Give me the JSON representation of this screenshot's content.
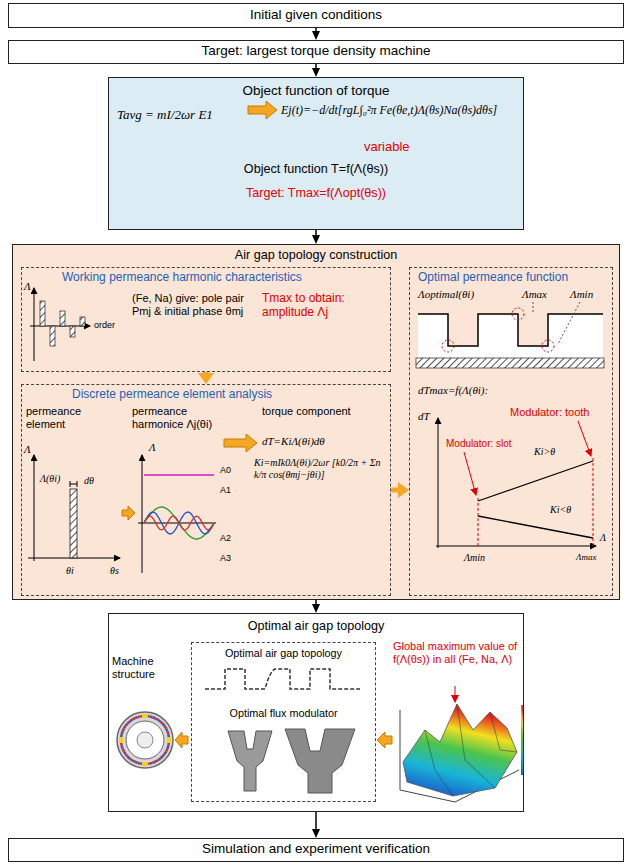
{
  "diagram": {
    "nodes": [
      {
        "text": [
          "Initial given conditions"
        ]
      },
      {
        "text": [
          "Target: largest torque density machine"
        ]
      },
      {
        "text": [
          "Object function of torque",
          "Tavg = mI/2ωr E1",
          "Ej(t)=−d/dt[rgL∫₀²π Fe(θe,t)Λ(θs)Na(θs)dθs]",
          "variable",
          "Object function T=f(Λ(θs))",
          "Target: Tmax=f(Λopt(θs))"
        ]
      },
      {
        "text": [
          "Air gap topology construction"
        ]
      },
      {
        "text": [
          "Working permeance harmonic characteristics",
          "Λ",
          "order",
          "(Fe, Na) give: pole pair Pmj & initial phase θmj",
          "Tmax to obtain: amplitude Λj"
        ],
        "in": 3
      },
      {
        "text": [
          "Discrete permeance element analysis",
          "permeance element",
          "permeance harmonice Λj(θi)",
          "torque component",
          "Λ",
          "Λ(θi)",
          "dθ",
          "θi",
          "θs",
          "Λ",
          "A0",
          "A1",
          "A2",
          "A3",
          "dT=KiΛ(θi)dθ",
          "Ki=mIk0Λ(θi)/2ωr [k0/2π + Σn k/π cos(θmj−jθi)]"
        ],
        "in": 3
      },
      {
        "text": [
          "Optimal permeance function",
          "Λoptimal(θi)",
          "Λmax",
          "Λmin",
          "dTmax=f(Λ(θi):",
          "dT",
          "Modulator: tooth",
          "Ki>θ",
          "Modulator: slot",
          "Ki<θ",
          "Λmin",
          "Λmax",
          "Λ"
        ],
        "in": 3
      },
      {
        "text": [
          "Optimal air gap topology"
        ]
      },
      {
        "text": [
          "Optimal air gap topology",
          "Optimal flux modulator"
        ],
        "in": 7
      },
      {
        "text": [
          "Simulation and experiment verification"
        ]
      }
    ],
    "edges": [
      {
        "from": 0,
        "to": 1,
        "arrow": "to"
      },
      {
        "from": 1,
        "to": 2,
        "arrow": "to"
      },
      {
        "from": 2,
        "to": 3,
        "arrow": "to"
      },
      {
        "from": 3,
        "to": 7,
        "arrow": "to"
      },
      {
        "from": 7,
        "to": 9,
        "arrow": "to"
      },
      {
        "from": 4,
        "to": 5,
        "arrow": "to"
      },
      {
        "from": 5,
        "to": 6,
        "arrow": "to"
      }
    ],
    "labels": [
      "Machine structure",
      "Global maximum value of f(Λ(θs)) in all (Fe, Na, Λ)"
    ]
  }
}
